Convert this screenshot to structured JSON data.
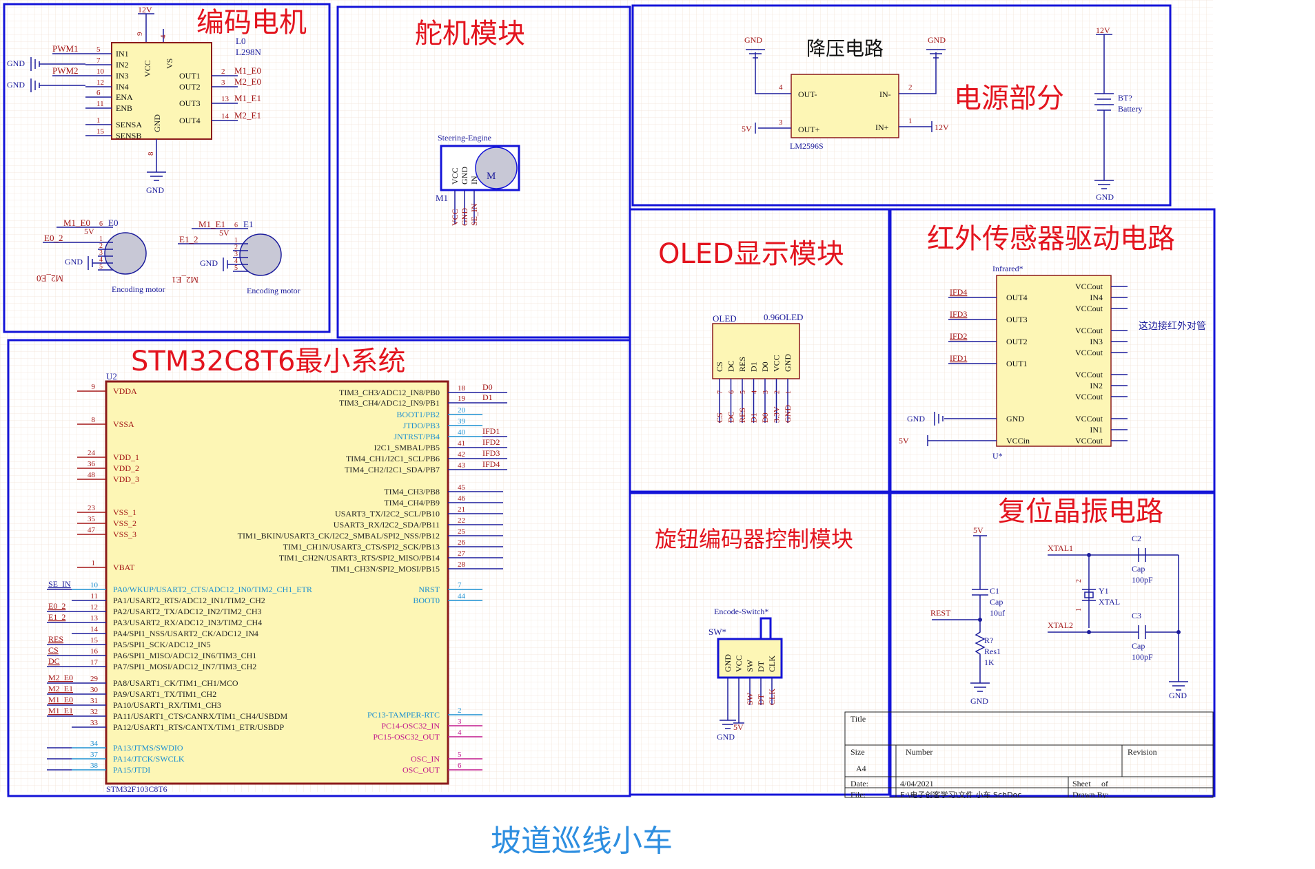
{
  "colors": {
    "frame": "#1414d8",
    "title_red": "#e3141e",
    "chip_fill": "#fdf6b5",
    "chip_border_dark": "#8b1a1a",
    "pin_red": "#a31515",
    "wire_blue": "#1c1c9c",
    "cyan_text": "#1c8fd0",
    "magenta_text": "#c0168c",
    "page_title": "#2d8ee0"
  },
  "page_title": "坡道巡线小车",
  "sections": {
    "encoder_motor": {
      "title": "编码电机",
      "chip_ref": "L0",
      "chip_part": "L298N",
      "top_net": "12V",
      "top_pins": [
        "9",
        "4"
      ],
      "left_pins": [
        {
          "net": "PWM1",
          "num": "5",
          "name": "IN1"
        },
        {
          "net": "",
          "num": "7",
          "name": "IN2"
        },
        {
          "net": "PWM2",
          "num": "10",
          "name": "IN3"
        },
        {
          "net": "",
          "num": "12",
          "name": "IN4"
        },
        {
          "net": "",
          "num": "6",
          "name": "ENA"
        },
        {
          "net": "",
          "num": "11",
          "name": "ENB"
        },
        {
          "net": "",
          "num": "1",
          "name": "SENSA"
        },
        {
          "net": "",
          "num": "15",
          "name": "SENSB"
        }
      ],
      "gnd_left_labels": [
        "GND",
        "GND"
      ],
      "vertical_names": [
        "VCC",
        "VS",
        "GND"
      ],
      "right_pins": [
        {
          "name": "OUT1",
          "num": "2",
          "net": "M1_E0"
        },
        {
          "name": "OUT2",
          "num": "3",
          "net": "M2_E0"
        },
        {
          "name": "OUT3",
          "num": "13",
          "net": "M1_E1"
        },
        {
          "name": "OUT4",
          "num": "14",
          "net": "M2_E1"
        }
      ],
      "bottom_pin": "8",
      "gnd_label": "GND",
      "motors": [
        {
          "ref": "E0",
          "label": "Encoding motor",
          "nets": [
            "M1_E0",
            "E0_2",
            "5V",
            "GND",
            "M2_E0"
          ],
          "pins": [
            "6",
            "1",
            "2",
            "3",
            "4",
            "5"
          ]
        },
        {
          "ref": "E1",
          "label": "Encoding motor",
          "nets": [
            "M1_E1",
            "E1_2",
            "5V",
            "GND",
            "M2_E1"
          ],
          "pins": [
            "6",
            "1",
            "2",
            "3",
            "4",
            "5"
          ]
        }
      ]
    },
    "servo": {
      "title": "舵机模块",
      "comp_label": "Steering-Engine",
      "ref": "M1",
      "pin_names": [
        "VCC",
        "GND",
        "IN"
      ],
      "motor_letter": "M",
      "nets": [
        "VCC",
        "GND",
        "SE_IN"
      ]
    },
    "power": {
      "title": "电源部分",
      "sub_title": "降压电路",
      "chip_part": "LM2596S",
      "pins": [
        {
          "num": "4",
          "name": "OUT-"
        },
        {
          "num": "3",
          "name": "OUT+"
        },
        {
          "num": "2",
          "name": "IN-"
        },
        {
          "num": "1",
          "name": "IN+"
        }
      ],
      "nets": {
        "gnd_left": "GND",
        "gnd_right": "GND",
        "v5": "5V",
        "v12": "12V"
      },
      "battery": {
        "net_top": "12V",
        "ref": "BT?",
        "label": "Battery",
        "net_bottom": "GND"
      }
    },
    "oled": {
      "title": "OLED显示模块",
      "ref": "OLED",
      "part": "0.96OLED",
      "pin_names": [
        "CS",
        "DC",
        "RES",
        "D1",
        "D0",
        "VCC",
        "GND"
      ],
      "pin_nums": [
        "7",
        "6",
        "5",
        "4",
        "3",
        "2",
        "1"
      ],
      "nets": [
        "CS",
        "DC",
        "RES",
        "D1",
        "D0",
        "3.3V",
        "GND"
      ]
    },
    "infrared": {
      "title": "红外传感器驱动电路",
      "comp_label": "Infrared*",
      "ref": "U*",
      "left_pins": [
        {
          "net": "IFD4",
          "name": "OUT4"
        },
        {
          "net": "IFD3",
          "name": "OUT3"
        },
        {
          "net": "IFD2",
          "name": "OUT2"
        },
        {
          "net": "IFD1",
          "name": "OUT1"
        },
        {
          "net": "GND",
          "name": "GND"
        },
        {
          "net": "5V",
          "name": "VCCin"
        }
      ],
      "right_pins": [
        "VCCout",
        "IN4",
        "VCCout",
        "VCCout",
        "IN3",
        "VCCout",
        "VCCout",
        "IN2",
        "VCCout",
        "VCCout",
        "IN1",
        "VCCout"
      ],
      "note": "这边接红外对管"
    },
    "mcu": {
      "title": "STM32C8T6最小系统",
      "ref": "U2",
      "part": "STM32F103C8T6",
      "left_power_pins": [
        {
          "num": "9",
          "name": "VDDA"
        },
        {
          "num": "8",
          "name": "VSSA"
        },
        {
          "num": "24",
          "name": "VDD_1"
        },
        {
          "num": "36",
          "name": "VDD_2"
        },
        {
          "num": "48",
          "name": "VDD_3"
        },
        {
          "num": "23",
          "name": "VSS_1"
        },
        {
          "num": "35",
          "name": "VSS_2"
        },
        {
          "num": "47",
          "name": "VSS_3"
        },
        {
          "num": "1",
          "name": "VBAT"
        }
      ],
      "left_pa_pins": [
        {
          "num": "10",
          "name": "PA0/WKUP/USART2_CTS/ADC12_IN0/TIM2_CH1_ETR",
          "net": "SE_IN",
          "style": "cyan"
        },
        {
          "num": "11",
          "name": "PA1/USART2_RTS/ADC12_IN1/TIM2_CH2",
          "net": "",
          "style": "dark"
        },
        {
          "num": "12",
          "name": "PA2/USART2_TX/ADC12_IN2/TIM2_CH3",
          "net": "E0_2",
          "style": "dark"
        },
        {
          "num": "13",
          "name": "PA3/USART2_RX/ADC12_IN3/TIM2_CH4",
          "net": "E1_2",
          "style": "dark"
        },
        {
          "num": "14",
          "name": "PA4/SPI1_NSS/USART2_CK/ADC12_IN4",
          "net": "",
          "style": "dark"
        },
        {
          "num": "15",
          "name": "PA5/SPI1_SCK/ADC12_IN5",
          "net": "RES",
          "style": "dark"
        },
        {
          "num": "16",
          "name": "PA6/SPI1_MISO/ADC12_IN6/TIM3_CH1",
          "net": "CS",
          "style": "dark"
        },
        {
          "num": "17",
          "name": "PA7/SPI1_MOSI/ADC12_IN7/TIM3_CH2",
          "net": "DC",
          "style": "dark"
        },
        {
          "num": "29",
          "name": "PA8/USART1_CK/TIM1_CH1/MCO",
          "net": "M2_E0",
          "style": "dark"
        },
        {
          "num": "30",
          "name": "PA9/USART1_TX/TIM1_CH2",
          "net": "M2_E1",
          "style": "dark"
        },
        {
          "num": "31",
          "name": "PA10/USART1_RX/TIM1_CH3",
          "net": "M1_E0",
          "style": "dark"
        },
        {
          "num": "32",
          "name": "PA11/USART1_CTS/CANRX/TIM1_CH4/USBDM",
          "net": "M1_E1",
          "style": "dark"
        },
        {
          "num": "33",
          "name": "PA12/USART1_RTS/CANTX/TIM1_ETR/USBDP",
          "net": "",
          "style": "dark"
        },
        {
          "num": "34",
          "name": "PA13/JTMS/SWDIO",
          "net": "",
          "style": "cyan"
        },
        {
          "num": "37",
          "name": "PA14/JTCK/SWCLK",
          "net": "",
          "style": "cyan"
        },
        {
          "num": "38",
          "name": "PA15/JTDI",
          "net": "",
          "style": "cyan"
        }
      ],
      "right_pb_pins": [
        {
          "num": "18",
          "name": "TIM3_CH3/ADC12_IN8/PB0",
          "net": "D0",
          "style": "dark"
        },
        {
          "num": "19",
          "name": "TIM3_CH4/ADC12_IN9/PB1",
          "net": "D1",
          "style": "dark"
        },
        {
          "num": "20",
          "name": "BOOT1/PB2",
          "net": "",
          "style": "cyan"
        },
        {
          "num": "39",
          "name": "JTDO/PB3",
          "net": "",
          "style": "cyan"
        },
        {
          "num": "40",
          "name": "JNTRST/PB4",
          "net": "IFD1",
          "style": "cyan"
        },
        {
          "num": "41",
          "name": "I2C1_SMBAL/PB5",
          "net": "IFD2",
          "style": "dark"
        },
        {
          "num": "42",
          "name": "TIM4_CH1/I2C1_SCL/PB6",
          "net": "IFD3",
          "style": "dark"
        },
        {
          "num": "43",
          "name": "TIM4_CH2/I2C1_SDA/PB7",
          "net": "IFD4",
          "style": "dark"
        },
        {
          "num": "45",
          "name": "TIM4_CH3/PB8",
          "net": "",
          "style": "dark"
        },
        {
          "num": "46",
          "name": "TIM4_CH4/PB9",
          "net": "",
          "style": "dark"
        },
        {
          "num": "21",
          "name": "USART3_TX/I2C2_SCL/PB10",
          "net": "",
          "style": "dark"
        },
        {
          "num": "22",
          "name": "USART3_RX/I2C2_SDA/PB11",
          "net": "",
          "style": "dark"
        },
        {
          "num": "25",
          "name": "TIM1_BKIN/USART3_CK/I2C2_SMBAL/SPI2_NSS/PB12",
          "net": "",
          "style": "dark"
        },
        {
          "num": "26",
          "name": "TIM1_CH1N/USART3_CTS/SPI2_SCK/PB13",
          "net": "",
          "style": "dark"
        },
        {
          "num": "27",
          "name": "TIM1_CH2N/USART3_RTS/SPI2_MISO/PB14",
          "net": "",
          "style": "dark"
        },
        {
          "num": "28",
          "name": "TIM1_CH3N/SPI2_MOSI/PB15",
          "net": "",
          "style": "dark"
        },
        {
          "num": "7",
          "name": "NRST",
          "net": "",
          "style": "cyan"
        },
        {
          "num": "44",
          "name": "BOOT0",
          "net": "",
          "style": "cyan"
        },
        {
          "num": "2",
          "name": "PC13-TAMPER-RTC",
          "net": "",
          "style": "cyan"
        },
        {
          "num": "3",
          "name": "PC14-OSC32_IN",
          "net": "",
          "style": "magenta"
        },
        {
          "num": "4",
          "name": "PC15-OSC32_OUT",
          "net": "",
          "style": "magenta"
        },
        {
          "num": "5",
          "name": "OSC_IN",
          "net": "",
          "style": "magenta"
        },
        {
          "num": "6",
          "name": "OSC_OUT",
          "net": "",
          "style": "magenta"
        }
      ]
    },
    "knob": {
      "title": "旋钮编码器控制模块",
      "comp_label": "Encode-Switch*",
      "ref": "SW*",
      "pin_names": [
        "GND",
        "VCC",
        "SW",
        "DT",
        "CLK"
      ],
      "nets": [
        "SW",
        "DT",
        "CLK"
      ],
      "power": [
        "GND",
        "5V"
      ]
    },
    "reset_osc": {
      "title": "复位晶振电路",
      "v5": "5V",
      "rest_net": "REST",
      "c1": {
        "ref": "C1",
        "type": "Cap",
        "value": "10uf"
      },
      "r": {
        "ref": "R?",
        "type": "Res1",
        "value": "1K"
      },
      "gnd1": "GND",
      "xtal1_net": "XTAL1",
      "xtal2_net": "XTAL2",
      "c2": {
        "ref": "C2",
        "type": "Cap",
        "value": "100pF"
      },
      "c3": {
        "ref": "C3",
        "type": "Cap",
        "value": "100pF"
      },
      "y1": {
        "ref": "Y1",
        "type": "XTAL"
      },
      "gnd2": "GND"
    }
  },
  "title_block": {
    "title_label": "Title",
    "size_label": "Size",
    "size_value": "A4",
    "number_label": "Number",
    "revision_label": "Revision",
    "date_label": "Date:",
    "date_value": "4/04/2021",
    "file_label": "File:",
    "file_value": "E:\\电子创客学习\\文件 小车.SchDoc",
    "sheet_label": "Sheet",
    "of_label": "of",
    "drawn_label": "Drawn By:"
  }
}
